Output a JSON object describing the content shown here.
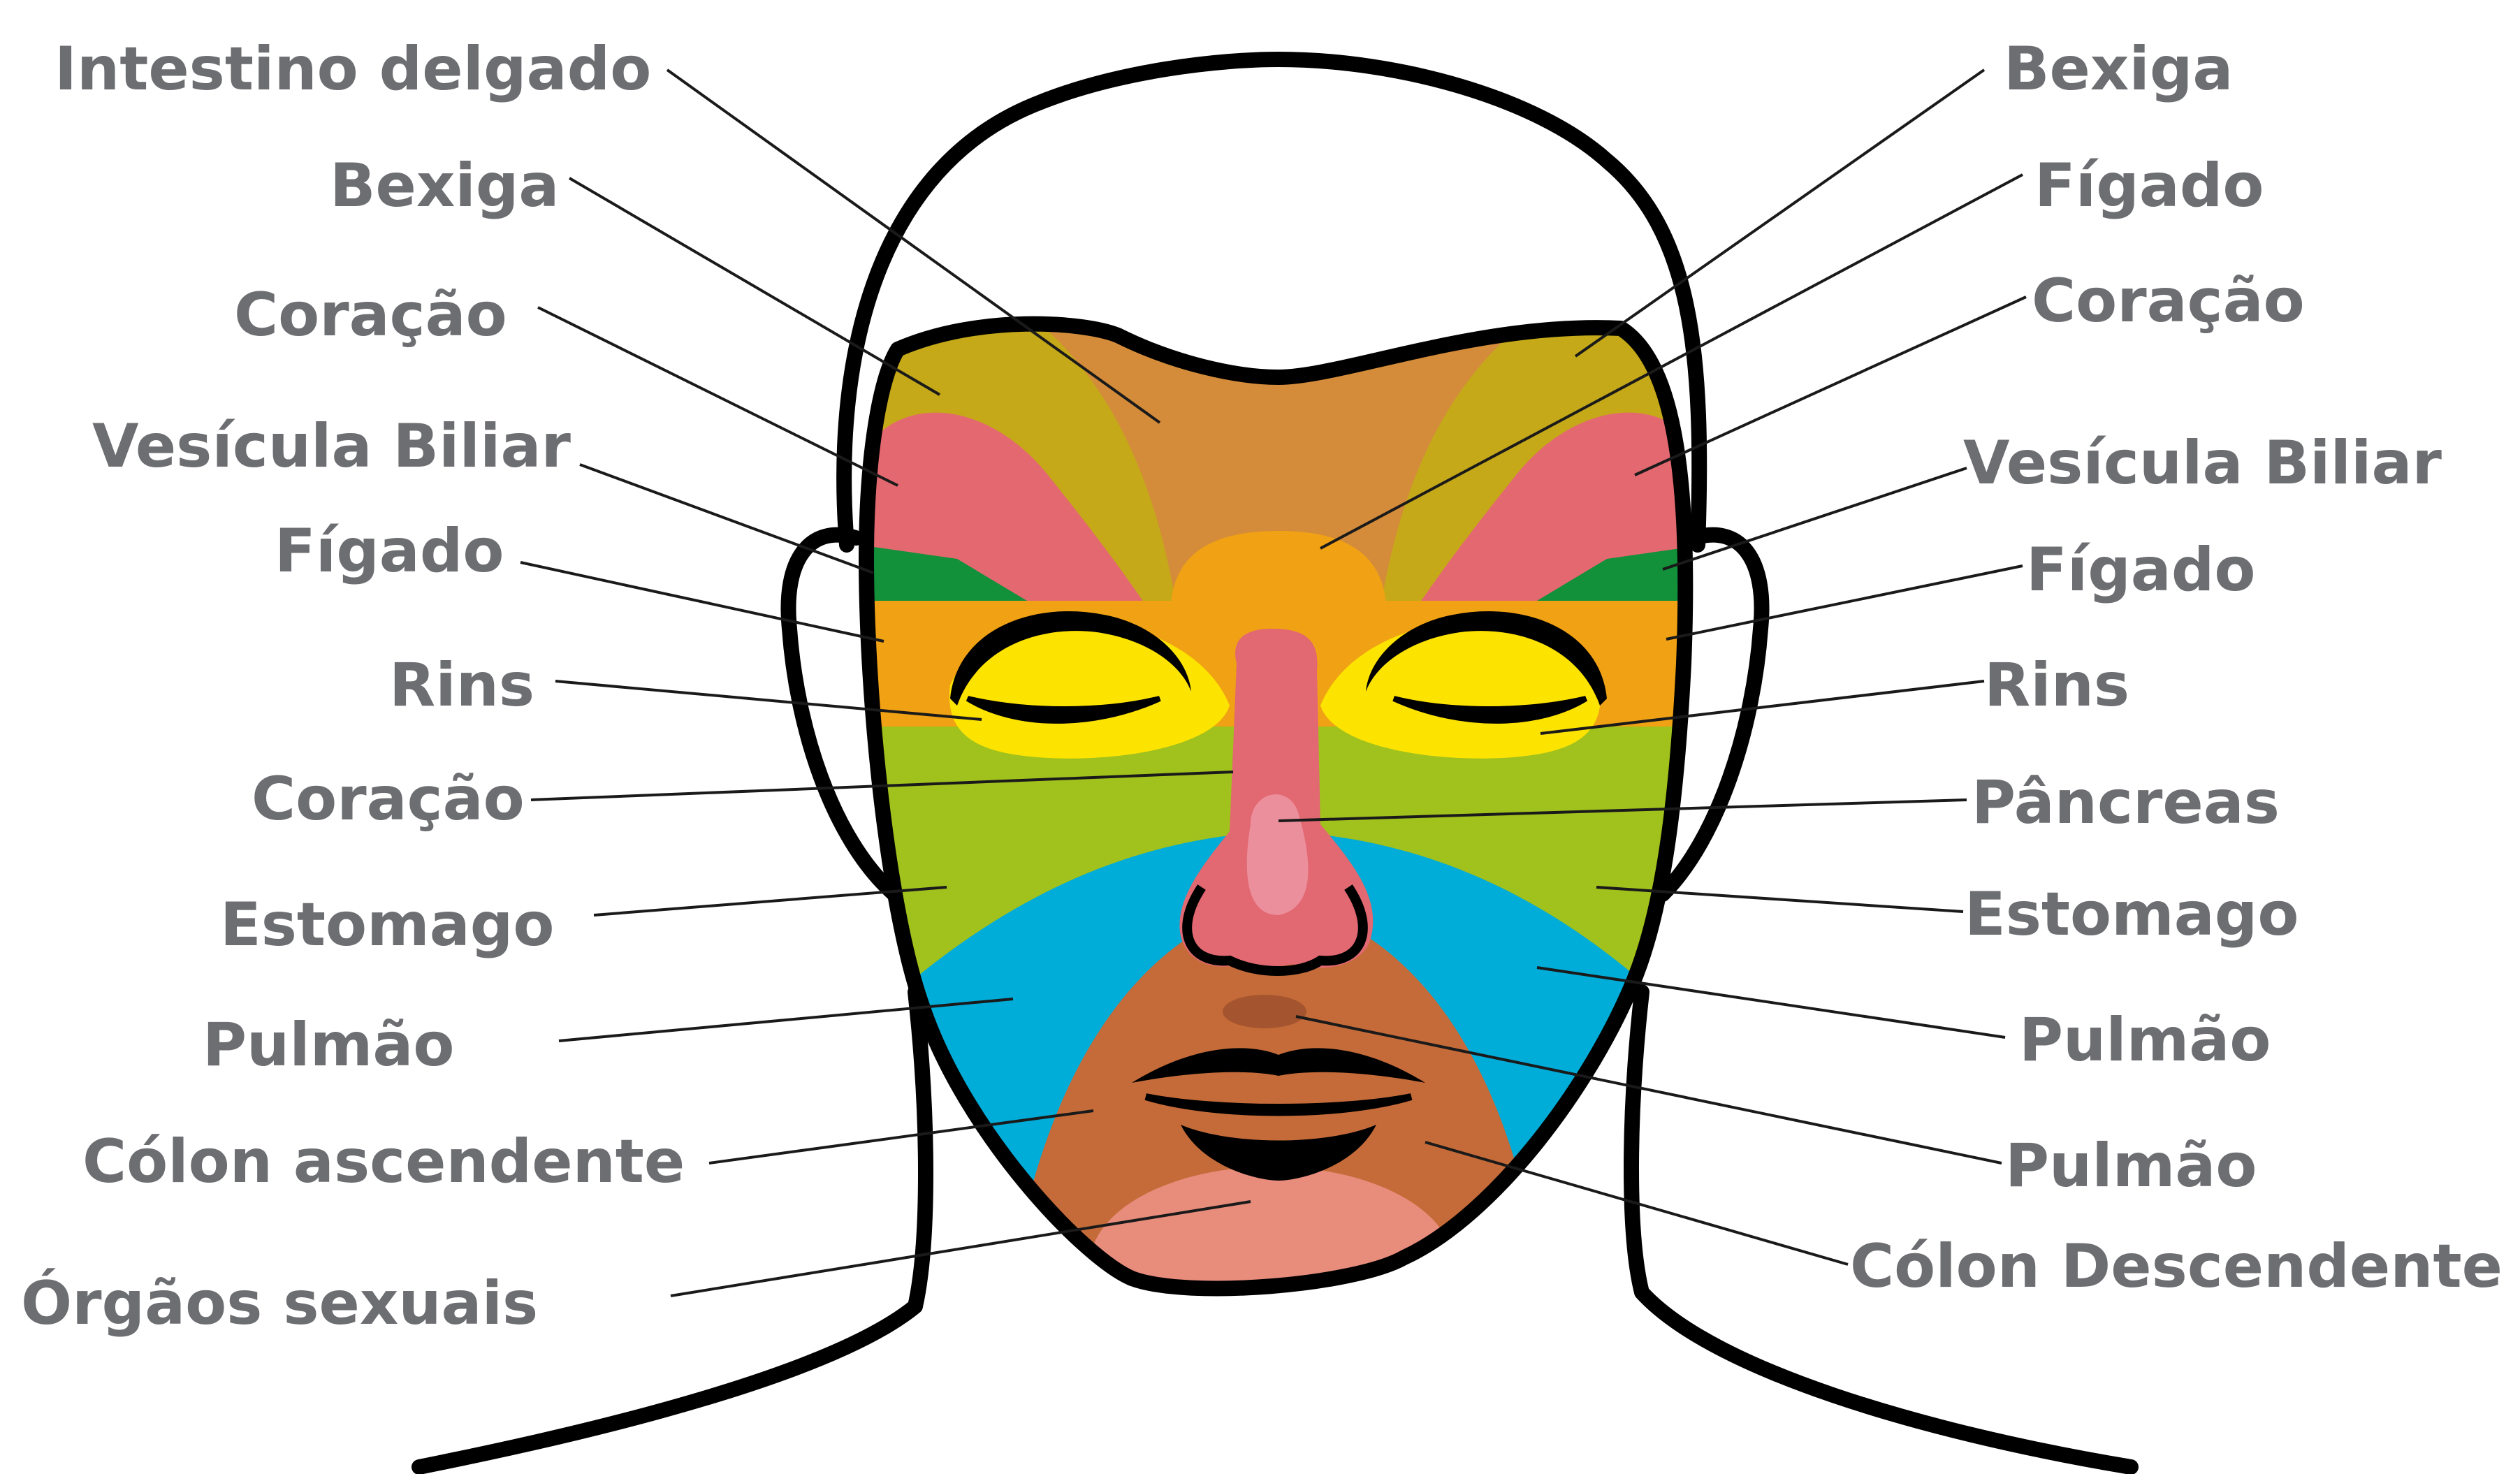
{
  "labels_left": [
    {
      "id": "intestino-delgado-left",
      "text": "Intestino delgado"
    },
    {
      "id": "bexiga-left",
      "text": "Bexiga"
    },
    {
      "id": "coracao-left-1",
      "text": "Coração"
    },
    {
      "id": "vesicula-biliar-left",
      "text": "Vesícula Biliar"
    },
    {
      "id": "figado-left",
      "text": "Fígado"
    },
    {
      "id": "rins-left",
      "text": "Rins"
    },
    {
      "id": "coracao-left-2",
      "text": "Coração"
    },
    {
      "id": "estomago-left",
      "text": "Estomago"
    },
    {
      "id": "pulmao-left",
      "text": "Pulmão"
    },
    {
      "id": "colon-ascendente-left",
      "text": "Cólon ascendente"
    },
    {
      "id": "orgaos-sexuais-left",
      "text": "Órgãos sexuais"
    }
  ],
  "labels_right": [
    {
      "id": "bexiga-right",
      "text": "Bexiga"
    },
    {
      "id": "figado-right-1",
      "text": "Fígado"
    },
    {
      "id": "coracao-right",
      "text": "Coração"
    },
    {
      "id": "vesicula-biliar-right",
      "text": "Vesícula Biliar"
    },
    {
      "id": "figado-right-2",
      "text": "Fígado"
    },
    {
      "id": "rins-right",
      "text": "Rins"
    },
    {
      "id": "pancreas-right",
      "text": "Pâncreas"
    },
    {
      "id": "estomago-right",
      "text": "Estomago"
    },
    {
      "id": "pulmao-right-1",
      "text": "Pulmão"
    },
    {
      "id": "pulmao-right-2",
      "text": "Pulmão"
    },
    {
      "id": "colon-descendente-right",
      "text": "Cólon Descendente"
    }
  ],
  "colors": {
    "label_text": "#6d6e71",
    "forehead_olive": "#c5a918",
    "forehead_center": "#d48c3a",
    "heart_pink": "#e46870",
    "gallbladder_green": "#12903a",
    "liver_orange": "#f0a114",
    "kidney_yellow": "#fde300",
    "stomach_lime": "#a1c11d",
    "lung_blue": "#00acd8",
    "lower_face_brown": "#c56b39",
    "nose_pink": "#e26872",
    "nose_highlight": "#ec8f9c",
    "chin_pink": "#e88c7c",
    "philtrum_brown": "#a4542e",
    "outline": "#000000"
  }
}
